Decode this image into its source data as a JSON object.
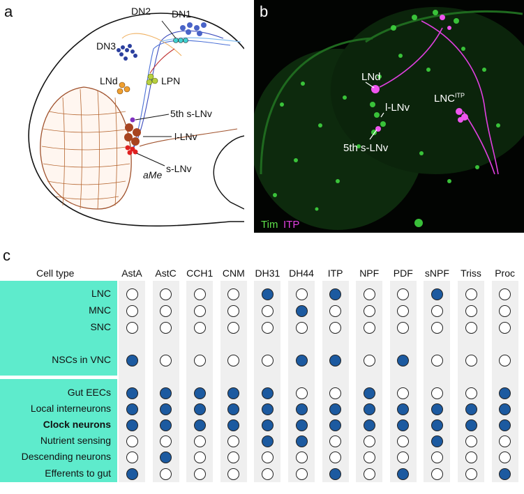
{
  "panel_a": {
    "letter": "a",
    "labels": {
      "dn2": "DN2",
      "dn1": "DN1",
      "dn3": "DN3",
      "lnd": "LNd",
      "lpn": "LPN",
      "s5_lnv": "5th s-LNv",
      "l_lnv": "l-LNv",
      "s_lnv": "s-LNv",
      "ame": "aMe"
    }
  },
  "panel_b": {
    "letter": "b",
    "labels": {
      "lnd": "LNd",
      "l_lnv": "l-LNv",
      "s5_lnv": "5th s-LNv",
      "lnc": "LNC",
      "lnc_sup": "ITP",
      "tim": "Tim",
      "itp": "ITP"
    },
    "colors": {
      "tim": "#5ee04a",
      "itp": "#e040e0"
    }
  },
  "panel_c": {
    "letter": "c",
    "cell_type_header": "Cell type",
    "columns": [
      "AstA",
      "AstC",
      "CCH1",
      "CNM",
      "DH31",
      "DH44",
      "ITP",
      "NPF",
      "PDF",
      "sNPF",
      "Triss",
      "Proc"
    ],
    "colors": {
      "group_fill": "#5eebcc",
      "dot_filled": "#1c5aa0",
      "stripe": "#efefef"
    },
    "rows": [
      {
        "label": "LNC",
        "bold": false,
        "values": [
          0,
          0,
          0,
          0,
          1,
          0,
          1,
          0,
          0,
          1,
          0,
          0
        ]
      },
      {
        "label": "MNC",
        "bold": false,
        "values": [
          0,
          0,
          0,
          0,
          0,
          1,
          0,
          0,
          0,
          0,
          0,
          0
        ]
      },
      {
        "label": "SNC",
        "bold": false,
        "values": [
          0,
          0,
          0,
          0,
          0,
          0,
          0,
          0,
          0,
          0,
          0,
          0
        ]
      },
      {
        "label": "NSCs in VNC",
        "bold": false,
        "values": [
          1,
          0,
          0,
          0,
          0,
          1,
          1,
          0,
          1,
          0,
          0,
          0
        ]
      },
      {
        "label": "Gut EECs",
        "bold": false,
        "values": [
          1,
          1,
          1,
          1,
          1,
          0,
          0,
          1,
          0,
          0,
          0,
          1
        ]
      },
      {
        "label": "Local interneurons",
        "bold": false,
        "values": [
          1,
          1,
          1,
          1,
          1,
          1,
          1,
          1,
          1,
          1,
          1,
          1
        ]
      },
      {
        "label": "Clock neurons",
        "bold": true,
        "values": [
          1,
          1,
          1,
          1,
          1,
          1,
          1,
          1,
          1,
          1,
          1,
          1
        ]
      },
      {
        "label": "Nutrient sensing",
        "bold": false,
        "values": [
          0,
          0,
          0,
          0,
          1,
          1,
          0,
          0,
          0,
          1,
          0,
          0
        ]
      },
      {
        "label": "Descending neurons",
        "bold": false,
        "values": [
          0,
          1,
          0,
          0,
          0,
          0,
          0,
          0,
          0,
          0,
          0,
          0
        ]
      },
      {
        "label": "Efferents to gut",
        "bold": false,
        "values": [
          1,
          0,
          0,
          0,
          0,
          0,
          1,
          0,
          1,
          0,
          0,
          1
        ]
      }
    ]
  }
}
